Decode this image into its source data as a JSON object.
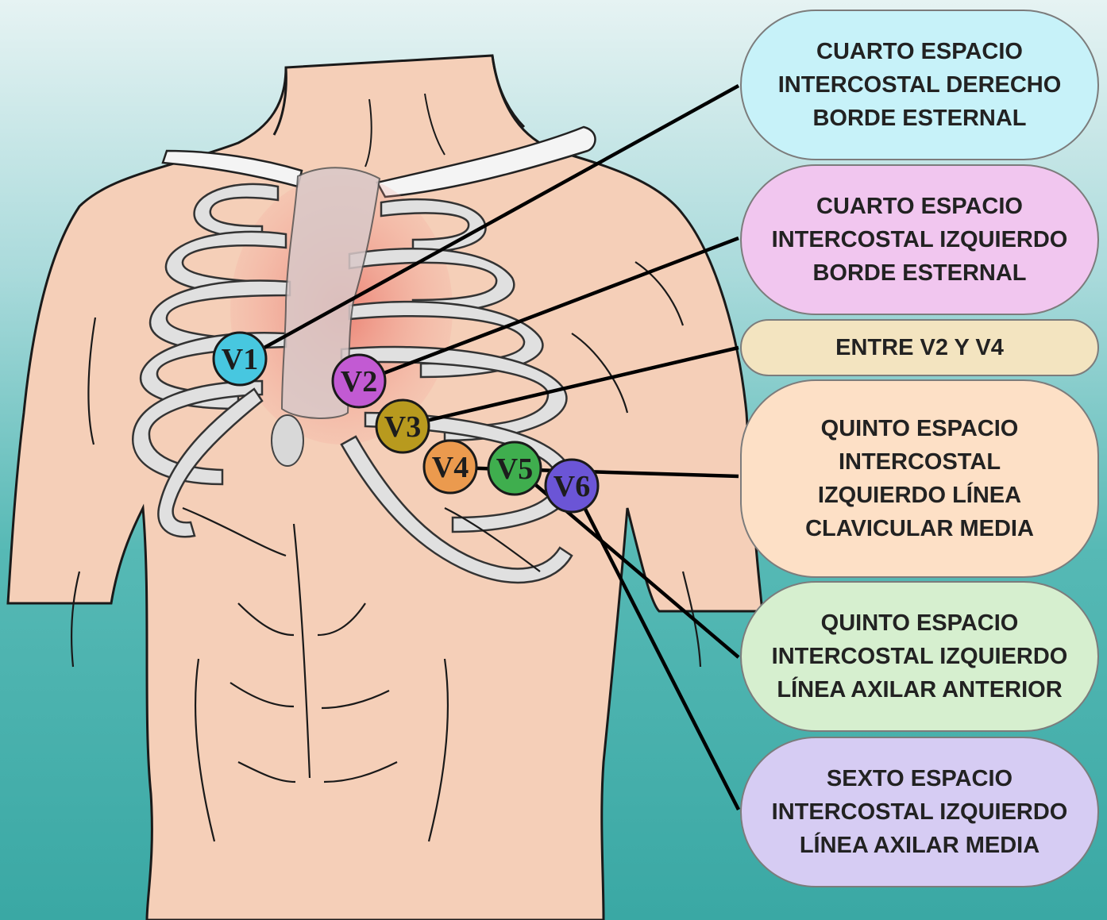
{
  "electrodes": [
    {
      "id": "V1",
      "label": "V1",
      "color": "#47c7e0"
    },
    {
      "id": "V2",
      "label": "V2",
      "color": "#c25ad3"
    },
    {
      "id": "V3",
      "label": "V3",
      "color": "#b89a1e"
    },
    {
      "id": "V4",
      "label": "V4",
      "color": "#eb9a4e"
    },
    {
      "id": "V5",
      "label": "V5",
      "color": "#3fae4e"
    },
    {
      "id": "V6",
      "label": "V6",
      "color": "#6b55d6"
    }
  ],
  "labels": [
    {
      "id": "v1",
      "text": "CUARTO ESPACIO\nINTERCOSTAL DERECHO\nBORDE ESTERNAL",
      "color": "#c7f2f9"
    },
    {
      "id": "v2",
      "text": "CUARTO ESPACIO\nINTERCOSTAL IZQUIERDO\nBORDE ESTERNAL",
      "color": "#f1c6ef"
    },
    {
      "id": "v3",
      "text": "ENTRE V2 Y V4",
      "color": "#f3e4c0"
    },
    {
      "id": "v4",
      "text": "QUINTO ESPACIO\nINTERCOSTAL\nIZQUIERDO LÍNEA\nCLAVICULAR MEDIA",
      "color": "#fde0c6"
    },
    {
      "id": "v5",
      "text": "QUINTO ESPACIO\nINTERCOSTAL IZQUIERDO\nLÍNEA AXILAR ANTERIOR",
      "color": "#d6efcf"
    },
    {
      "id": "v6",
      "text": "SEXTO ESPACIO\nINTERCOSTAL IZQUIERDO\nLÍNEA AXILAR MEDIA",
      "color": "#d6ccf3"
    }
  ]
}
